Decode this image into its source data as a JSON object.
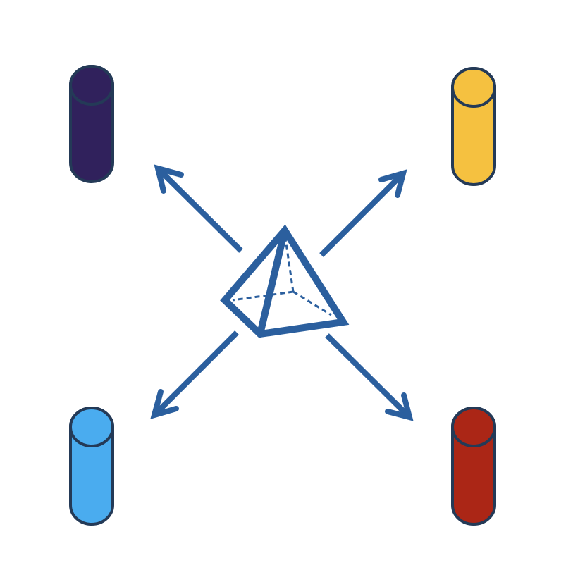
{
  "diagram": {
    "center": {
      "icon": "pyramid-icon",
      "color": "#2b5f9e"
    },
    "arrow_color": "#2b5f9e",
    "outline_color": "#243a57",
    "nodes": [
      {
        "id": "top-left",
        "icon": "cylinder-icon",
        "color": "#30215c"
      },
      {
        "id": "top-right",
        "icon": "cylinder-icon",
        "color": "#f5c140"
      },
      {
        "id": "bottom-left",
        "icon": "cylinder-icon",
        "color": "#4aacef"
      },
      {
        "id": "bottom-right",
        "icon": "cylinder-icon",
        "color": "#ab2616"
      }
    ]
  }
}
